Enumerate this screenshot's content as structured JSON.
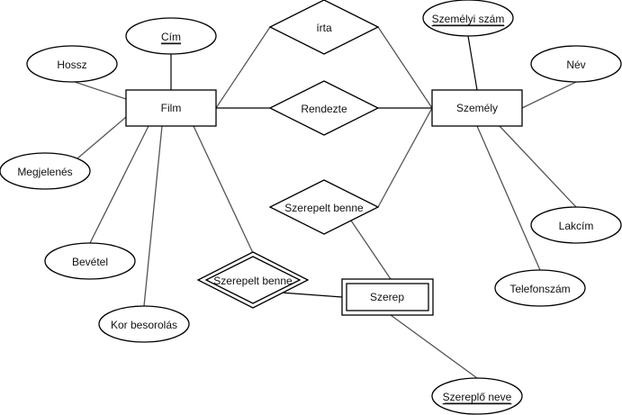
{
  "diagram": {
    "type": "er-diagram",
    "entities": [
      {
        "id": "film",
        "label": "Film",
        "weak": false
      },
      {
        "id": "szemely",
        "label": "Személy",
        "weak": false
      },
      {
        "id": "szerep",
        "label": "Szerep",
        "weak": true
      }
    ],
    "relationships": [
      {
        "id": "irta",
        "label": "írta",
        "identifying": false,
        "connects": [
          "film",
          "szemely"
        ]
      },
      {
        "id": "rendezte",
        "label": "Rendezte",
        "identifying": false,
        "connects": [
          "film",
          "szemely"
        ]
      },
      {
        "id": "szerepelt-benne-1",
        "label": "Szerepelt benne",
        "identifying": false,
        "connects": [
          "szemely",
          "szerep"
        ]
      },
      {
        "id": "szerepelt-benne-2",
        "label": "Szerepelt benne",
        "identifying": true,
        "connects": [
          "film",
          "szerep"
        ]
      }
    ],
    "attributes": [
      {
        "id": "cim",
        "label": "Cím",
        "key": true,
        "owner": "film"
      },
      {
        "id": "hossz",
        "label": "Hossz",
        "key": false,
        "owner": "film"
      },
      {
        "id": "megjelenes",
        "label": "Megjelenés",
        "key": false,
        "owner": "film"
      },
      {
        "id": "bevetel",
        "label": "Bevétel",
        "key": false,
        "owner": "film"
      },
      {
        "id": "kor-besorolas",
        "label": "Kor besorolás",
        "key": false,
        "owner": "film"
      },
      {
        "id": "szemelyi-szam",
        "label": "Személyi szám",
        "key": true,
        "owner": "szemely"
      },
      {
        "id": "nev",
        "label": "Név",
        "key": false,
        "owner": "szemely"
      },
      {
        "id": "lakcim",
        "label": "Lakcím",
        "key": false,
        "owner": "szemely"
      },
      {
        "id": "telefonszam",
        "label": "Telefonszám",
        "key": false,
        "owner": "szemely"
      },
      {
        "id": "szereplo-neve",
        "label": "Szereplő neve",
        "key": true,
        "owner": "szerep"
      }
    ]
  }
}
